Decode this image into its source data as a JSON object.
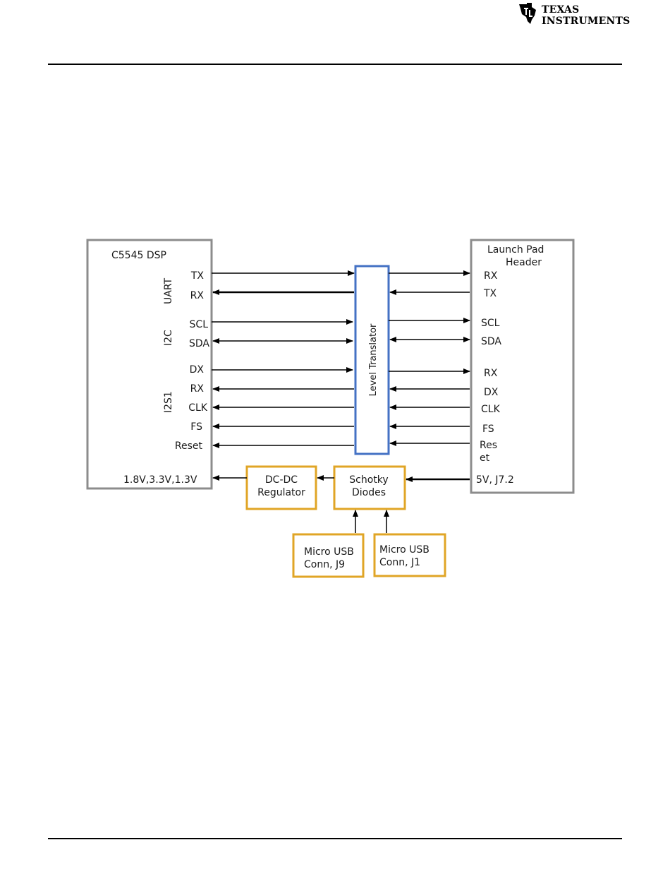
{
  "header": {
    "logo": {
      "icon": "ti-logo-icon",
      "line1": "TEXAS",
      "line2": "INSTRUMENTS"
    }
  },
  "diagram": {
    "dsp": {
      "title": "C5545 DSP",
      "groups": {
        "uart": "UART",
        "i2c": "I2C",
        "i2s1": "I2S1"
      },
      "pins": {
        "tx": "TX",
        "rx": "RX",
        "scl": "SCL",
        "sda": "SDA",
        "dx": "DX",
        "i2s_rx": "RX",
        "clk": "CLK",
        "fs": "FS",
        "reset": "Reset"
      },
      "power": "1.8V,3.3V,1.3V"
    },
    "launchpad": {
      "title_line1": "Launch Pad",
      "title_line2": "Header",
      "pins": {
        "rx": "RX",
        "tx": "TX",
        "scl": "SCL",
        "sda": "SDA",
        "i2s_rx": "RX",
        "dx": "DX",
        "clk": "CLK",
        "fs": "FS",
        "reset_line1": "Res",
        "reset_line2": "et"
      },
      "power": "5V, J7.2"
    },
    "level_translator": "Level Translator",
    "dcdc": {
      "line1": "DC-DC",
      "line2": "Regulator"
    },
    "schottky": {
      "line1": "Schotky",
      "line2": "Diodes"
    },
    "usb_j9": {
      "line1": "Micro USB",
      "line2": "Conn, J9"
    },
    "usb_j1": {
      "line1": "Micro USB",
      "line2": "Conn, J1"
    },
    "colors": {
      "box_border": "#8c8c8c",
      "translator_border": "#4472c4",
      "power_border": "#e0a526",
      "line": "#000000"
    }
  }
}
